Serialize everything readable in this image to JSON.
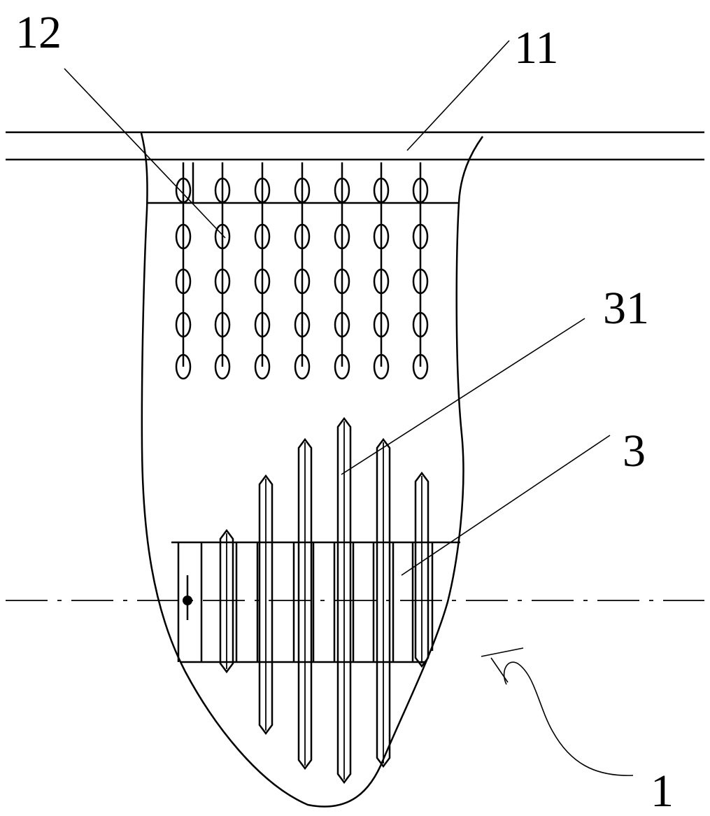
{
  "labels": {
    "part_12": "12",
    "part_11": "11",
    "part_31": "31",
    "part_3": "3",
    "part_1": "1"
  },
  "colors": {
    "line": "#000000",
    "background": "#ffffff"
  }
}
